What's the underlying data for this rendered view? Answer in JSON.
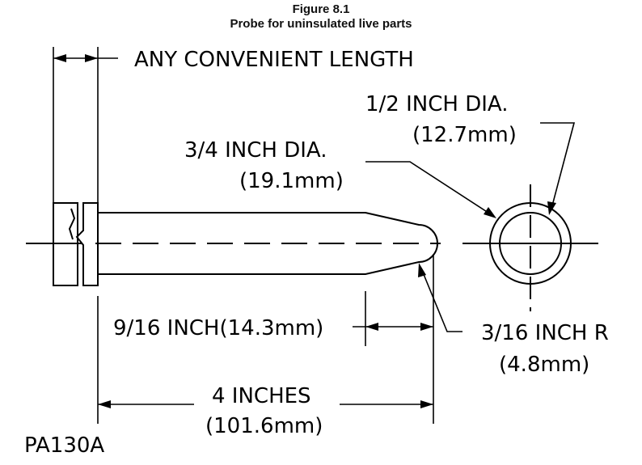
{
  "figure": {
    "number": "Figure 8.1",
    "caption": "Probe for uninsulated live parts"
  },
  "labels": {
    "handle_length": "ANY CONVENIENT LENGTH",
    "tip_dia_line1": "1/2 INCH DIA.",
    "tip_dia_line2": "(12.7mm)",
    "shaft_dia_line1": "3/4 INCH DIA.",
    "shaft_dia_line2": "(19.1mm)",
    "taper_length": "9/16 INCH(14.3mm)",
    "tip_radius_line1": "3/16 INCH R",
    "tip_radius_line2": "(4.8mm)",
    "overall_length_line1": "4 INCHES",
    "overall_length_line2": "(101.6mm)",
    "drawing_id": "PA130A"
  },
  "colors": {
    "ink": "#000000",
    "background": "#ffffff"
  }
}
